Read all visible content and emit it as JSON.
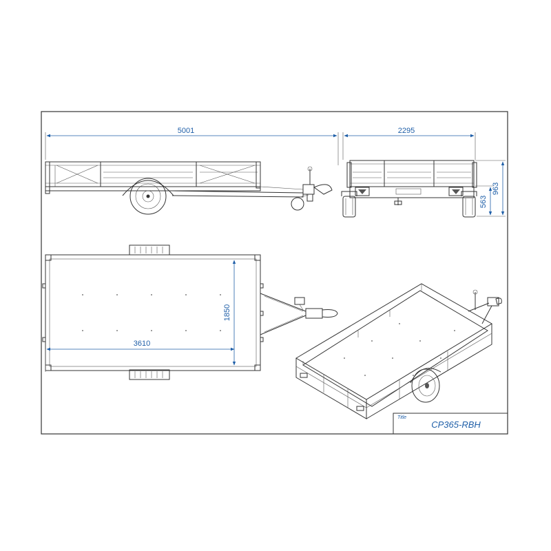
{
  "dimensions": {
    "overall_length": "5001",
    "overall_width": "2295",
    "height_total": "963",
    "height_deck": "563",
    "deck_length": "3610",
    "deck_width": "1850"
  },
  "title_block": {
    "label": "Title",
    "model": "CP365-RBH"
  },
  "colors": {
    "dimension": "#1f5fa8",
    "line": "#333333"
  }
}
